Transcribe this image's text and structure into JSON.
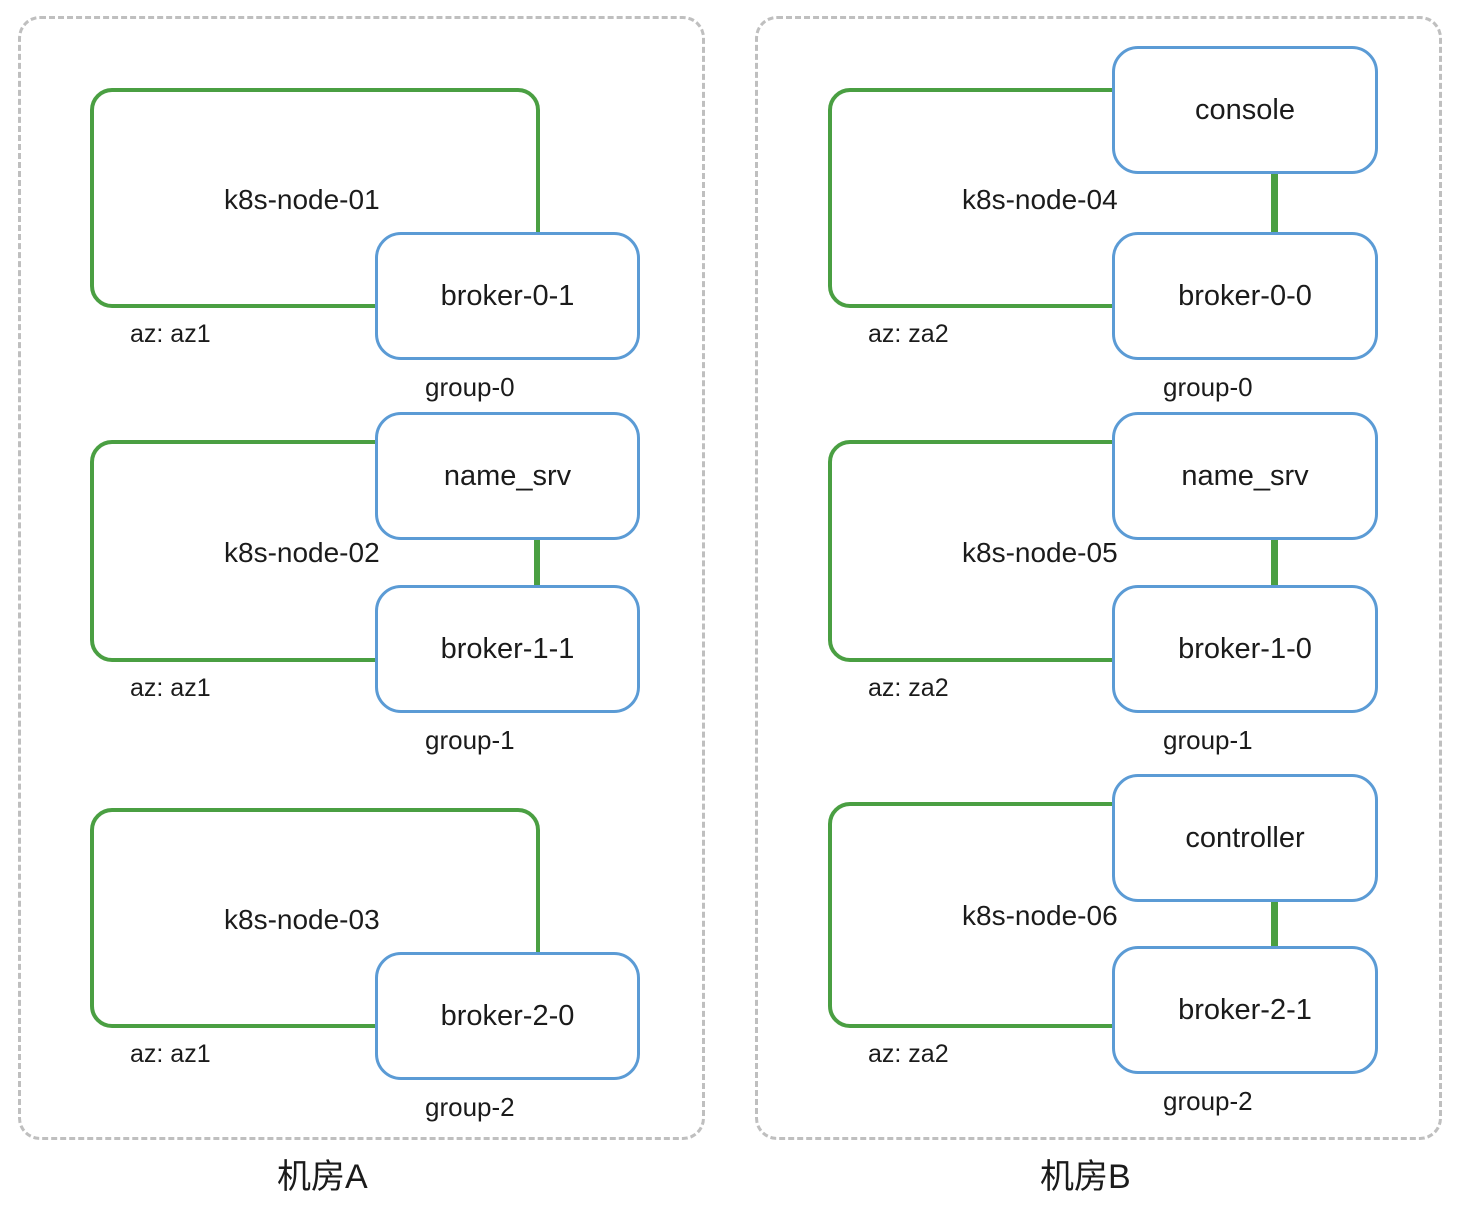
{
  "diagram": {
    "type": "deployment-topology",
    "colors": {
      "node_border": "#4a9f42",
      "pod_border": "#5b9bd5",
      "datacenter_border": "#bfbfbf",
      "text": "#1b1b1b",
      "background": "#ffffff"
    }
  },
  "datacenters": [
    {
      "id": "dc-a",
      "title": "机房A",
      "nodes": [
        {
          "id": "k8s-node-01",
          "name": "k8s-node-01",
          "az": "az: az1",
          "pods": [
            {
              "id": "broker-0-1",
              "name": "broker-0-1",
              "group": "group-0"
            }
          ]
        },
        {
          "id": "k8s-node-02",
          "name": "k8s-node-02",
          "az": "az: az1",
          "pods": [
            {
              "id": "name_srv-a",
              "name": "name_srv",
              "group": ""
            },
            {
              "id": "broker-1-1",
              "name": "broker-1-1",
              "group": "group-1"
            }
          ]
        },
        {
          "id": "k8s-node-03",
          "name": "k8s-node-03",
          "az": "az: az1",
          "pods": [
            {
              "id": "broker-2-0",
              "name": "broker-2-0",
              "group": "group-2"
            }
          ]
        }
      ]
    },
    {
      "id": "dc-b",
      "title": "机房B",
      "nodes": [
        {
          "id": "k8s-node-04",
          "name": "k8s-node-04",
          "az": "az: za2",
          "pods": [
            {
              "id": "console",
              "name": "console",
              "group": ""
            },
            {
              "id": "broker-0-0",
              "name": "broker-0-0",
              "group": "group-0"
            }
          ]
        },
        {
          "id": "k8s-node-05",
          "name": "k8s-node-05",
          "az": "az: za2",
          "pods": [
            {
              "id": "name_srv-b",
              "name": "name_srv",
              "group": ""
            },
            {
              "id": "broker-1-0",
              "name": "broker-1-0",
              "group": "group-1"
            }
          ]
        },
        {
          "id": "k8s-node-06",
          "name": "k8s-node-06",
          "az": "az: za2",
          "pods": [
            {
              "id": "controller",
              "name": "controller",
              "group": ""
            },
            {
              "id": "broker-2-1",
              "name": "broker-2-1",
              "group": "group-2"
            }
          ]
        }
      ]
    }
  ],
  "group_labels": {
    "a_g0": "group-0",
    "a_g1": "group-1",
    "a_g2": "group-2",
    "b_g0": "group-0",
    "b_g1": "group-1",
    "b_g2": "group-2"
  }
}
